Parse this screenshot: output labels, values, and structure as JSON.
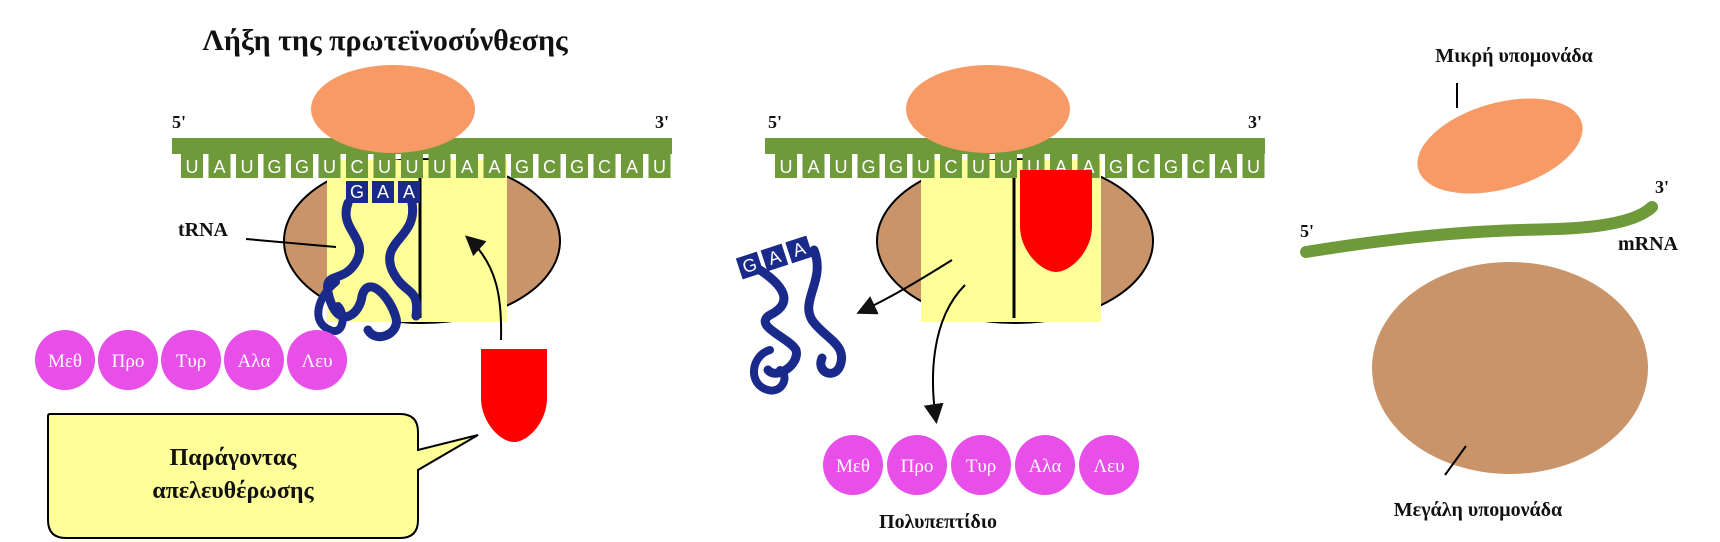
{
  "title": "Λήξη της πρωτεϊνοσύνθεσης",
  "five_prime": "5'",
  "three_prime": "3'",
  "mrna_sequence": [
    "U",
    "A",
    "U",
    "G",
    "G",
    "U",
    "C",
    "U",
    "U",
    "U",
    "A",
    "A",
    "G",
    "C",
    "G",
    "C",
    "A",
    "U"
  ],
  "anticodon": [
    "G",
    "A",
    "A"
  ],
  "trna_label": "tRNA",
  "amino_acids": [
    "Μεθ",
    "Προ",
    "Τυρ",
    "Αλα",
    "Λευ"
  ],
  "release_factor_callout": {
    "line1": "Παράγοντας",
    "line2": "απελευθέρωσης"
  },
  "polypeptide_label": "Πολυπεπτίδιο",
  "small_subunit_label": "Μικρή υπομονάδα",
  "large_subunit_label": "Μεγάλη υπομονάδα",
  "mrna_label": "mRNA",
  "colors": {
    "small_subunit": "#f79a66",
    "large_subunit": "#c9946a",
    "site": "#ffff99",
    "mrna": "#6e9a3a",
    "trna": "#1a2a8a",
    "release_factor": "#ff0000",
    "amino_acid": "#e84ee8",
    "callout_fill": "#ffff99"
  }
}
